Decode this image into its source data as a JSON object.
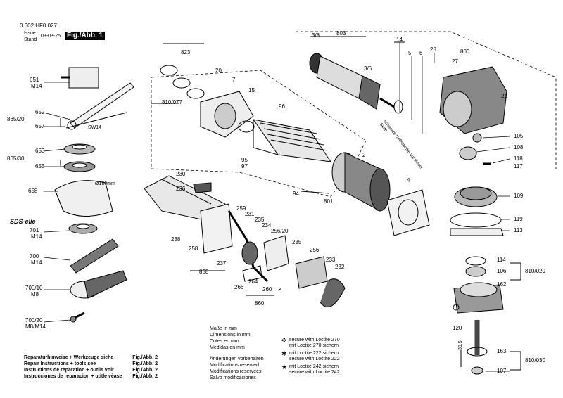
{
  "header": {
    "doc_number": "0 602 HF0 027",
    "issue": "Issue",
    "stand": "Stand",
    "date": "03-03-25",
    "figure": "Fig./Abb. 1"
  },
  "accessories": [
    {
      "num": "651",
      "sub": "M14"
    },
    {
      "num": "652"
    },
    {
      "num": "865/20"
    },
    {
      "num": "657"
    },
    {
      "num": "SW14"
    },
    {
      "num": "653"
    },
    {
      "num": "865/30"
    },
    {
      "num": "655"
    },
    {
      "num": "658"
    },
    {
      "num": "Ø180mm"
    },
    {
      "num": "SDS-clic"
    },
    {
      "num": "701",
      "sub": "M14"
    },
    {
      "num": "700",
      "sub": "M14"
    },
    {
      "num": "700/10",
      "sub": "M8"
    },
    {
      "num": "700/20",
      "sub": "M8/M14"
    }
  ],
  "labels": {
    "l3_8": "3/8",
    "l803": "803",
    "l3_6": "3/6",
    "l14": "14",
    "l5": "5",
    "l6": "6",
    "l28": "28",
    "l800": "800",
    "l823": "823",
    "l20": "20",
    "l7": "7",
    "l15": "15",
    "l810077": "810/077",
    "l96": "96",
    "l27": "27",
    "l21": "21",
    "l105": "105",
    "l108": "108",
    "l118": "118",
    "l117": "117",
    "l95": "95",
    "l97": "97",
    "l2": "2",
    "l230": "230",
    "l236": "236",
    "l94": "94",
    "l801": "801",
    "l4": "4",
    "l109": "109",
    "l259": "259",
    "l231": "231",
    "l235a": "235",
    "l234": "234",
    "l256_20": "256/20",
    "l119": "119",
    "l113": "113",
    "l238": "238",
    "l258": "258",
    "l237": "237",
    "l858": "858",
    "l235b": "235",
    "l256": "256",
    "l233": "233",
    "l232": "232",
    "l114": "114",
    "l106": "106",
    "l810020": "810/020",
    "l162": "162",
    "l266": "266",
    "l264": "264",
    "l260": "260",
    "l860": "860",
    "l120": "120",
    "l39_5": "39,5",
    "l163": "163",
    "l810030": "810/030",
    "l107": "107",
    "deflector_note": "schwarze Deflscheibe auf dieser Seite"
  },
  "units": [
    "Maße in mm",
    "Dimensions in mm",
    "Cotes en mm",
    "Medidas en mm"
  ],
  "changes": [
    "Änderungen vorbehalten",
    "Modifications reserved",
    "Modifications reservées",
    "Salvo modificaciones"
  ],
  "legend": [
    {
      "sym": "✤",
      "line1": "secure with Loctite 270",
      "line2": "mit Loctite 270 sichern"
    },
    {
      "sym": "✱",
      "line1": "mit Loctite 222 sichern",
      "line2": "secure with Loctite 222"
    },
    {
      "sym": "★",
      "line1": "mit Loctite 242 sichern",
      "line2": "secure with Loctite 242"
    }
  ],
  "tools_table": [
    {
      "text": "Reparaturhinweise + Werkzeuge siehe",
      "ref": "Fig./Abb. 2"
    },
    {
      "text": "Repair Instructions + tools see",
      "ref": "Fig./Abb. 2"
    },
    {
      "text": "Instructions de reparation + outils voir",
      "ref": "Fig./Abb. 2"
    },
    {
      "text": "Instrucciones de reparacion + utitle vèase",
      "ref": "Fig./Abb. 2"
    }
  ]
}
